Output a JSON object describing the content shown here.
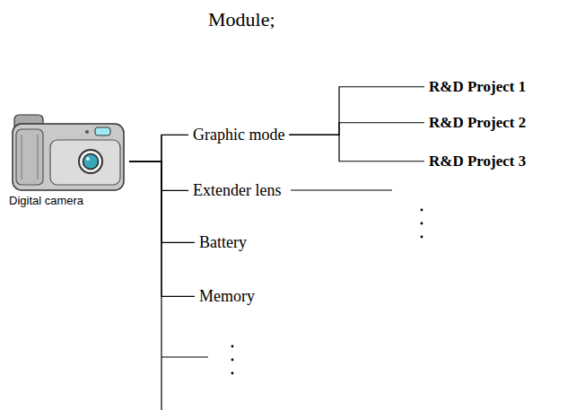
{
  "diagram": {
    "title": "Module;",
    "nodes": [
      {
        "text": [
          "Digital camera"
        ]
      },
      {
        "text": [
          "Graphic mode"
        ]
      },
      {
        "text": [
          "R&D Project 1"
        ]
      },
      {
        "text": [
          "R&D Project 2"
        ]
      },
      {
        "text": [
          "R&D Project 3"
        ]
      },
      {
        "text": [
          "Extender lens"
        ]
      },
      {
        "text": [
          "Battery"
        ]
      },
      {
        "text": [
          "Memory"
        ]
      }
    ],
    "edges": [
      {
        "from": 0,
        "to": 1,
        "arrow": "none"
      },
      {
        "from": 0,
        "to": 5,
        "arrow": "none"
      },
      {
        "from": 0,
        "to": 6,
        "arrow": "none"
      },
      {
        "from": 0,
        "to": 7,
        "arrow": "none"
      },
      {
        "from": 1,
        "to": 2,
        "arrow": "none"
      },
      {
        "from": 1,
        "to": 3,
        "arrow": "none"
      },
      {
        "from": 1,
        "to": 4,
        "arrow": "none"
      }
    ]
  }
}
